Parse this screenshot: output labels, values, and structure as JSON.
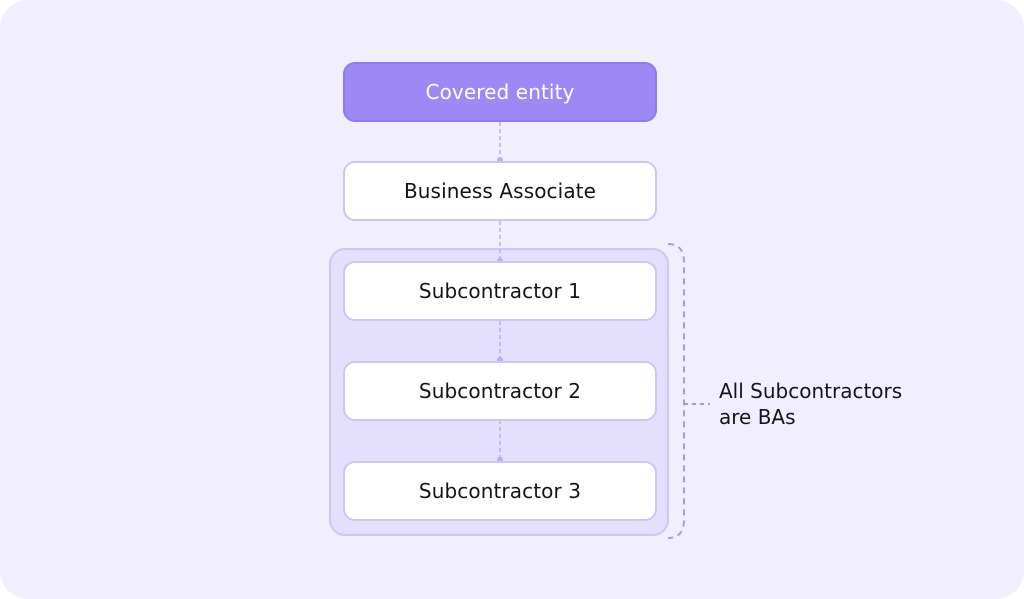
{
  "diagram": {
    "covered_entity": "Covered entity",
    "business_associate": "Business Associate",
    "subcontractors": [
      "Subcontractor 1",
      "Subcontractor 2",
      "Subcontractor 3"
    ],
    "annotation": {
      "line1": "All Subcontractors",
      "line2": "are BAs"
    }
  },
  "colors": {
    "background": "#f1efff",
    "primary_node": "#9d88f5",
    "node_border": "#cdc5f6",
    "group_fill": "#e4dffd",
    "connector": "#b9aef0"
  }
}
